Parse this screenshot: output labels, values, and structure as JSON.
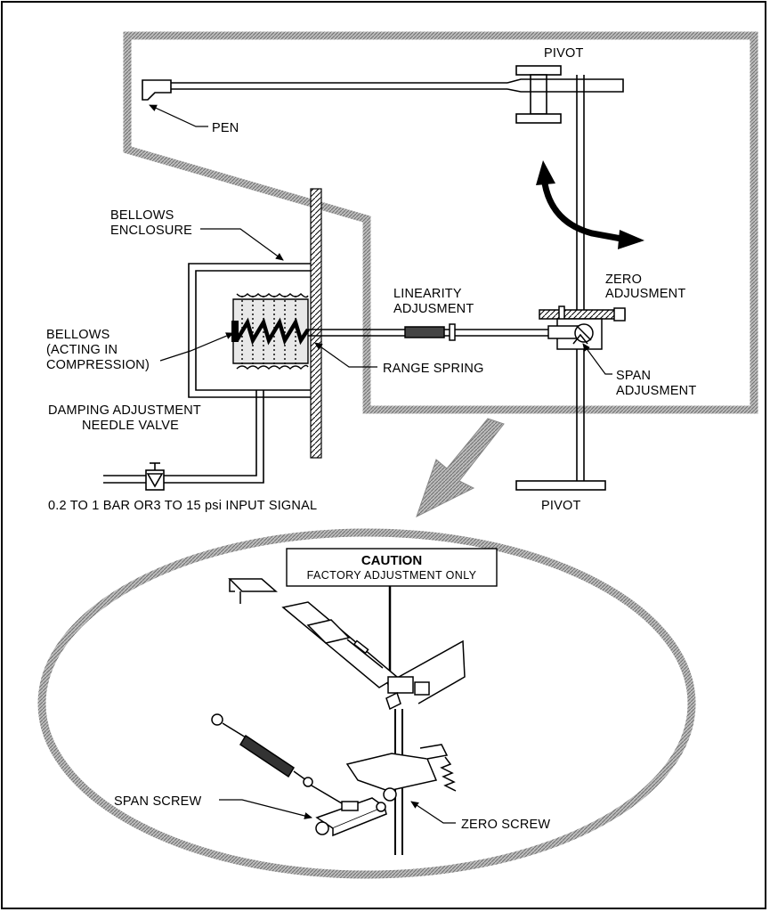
{
  "labels": {
    "pivot_top": "PIVOT",
    "pivot_bottom": "PIVOT",
    "pen": "PEN",
    "bellows_enclosure_1": "BELLOWS",
    "bellows_enclosure_2": "ENCLOSURE",
    "zero_adjust_1": "ZERO",
    "zero_adjust_2": "ADJUSMENT",
    "linearity_1": "LINEARITY",
    "linearity_2": "ADJUSMENT",
    "bellows_1": "BELLOWS",
    "bellows_2": "(ACTING IN",
    "bellows_3": "COMPRESSION)",
    "range_spring": "RANGE SPRING",
    "span_adjust_1": "SPAN",
    "span_adjust_2": "ADJUSMENT",
    "damping_1": "DAMPING ADJUSTMENT",
    "damping_2": "NEEDLE VALVE",
    "input_signal": "0.2 TO 1 BAR OR3 TO 15 psi INPUT SIGNAL",
    "caution_title": "CAUTION",
    "caution_sub": "FACTORY ADJUSTMENT ONLY",
    "span_screw": "SPAN SCREW",
    "zero_screw": "ZERO SCREW"
  }
}
